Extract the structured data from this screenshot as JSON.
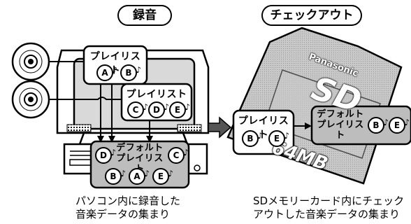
{
  "left_section": {
    "heading": "録音",
    "playlist_a_title": "プレイリスト",
    "playlist_a_notes": [
      "A",
      "B"
    ],
    "playlist_b_title": "プレイリスト",
    "playlist_b_notes": [
      "C",
      "D",
      "E"
    ],
    "default_title_line1": "デフォルト",
    "default_title_line2": "プレイリスト",
    "default_notes": [
      "D",
      "C",
      "B",
      "A",
      "E"
    ],
    "caption": "パソコン内に録音した\n音楽データの集まり"
  },
  "right_section": {
    "heading": "チェックアウト",
    "card_brand": "Panasonic",
    "card_logo": "SD",
    "card_capacity": "64MB",
    "playlist_title": "プレイリスト",
    "playlist_notes": [
      "B",
      "E"
    ],
    "default_title_line1": "デフォルト",
    "default_title_line2": "プレイリスト",
    "default_notes": [
      "B",
      "E"
    ],
    "caption": "SDメモリーカード内にチェック\nアウトした音楽データの集まり"
  },
  "colors": {
    "screen_bg": "#d9d9d9",
    "box_fill": "#bdbdbd",
    "card_fill": "#c8c8c8"
  },
  "icons": [
    "cd-icon",
    "music-note-icon",
    "arrow-icon",
    "sd-card-icon",
    "computer-icon"
  ]
}
